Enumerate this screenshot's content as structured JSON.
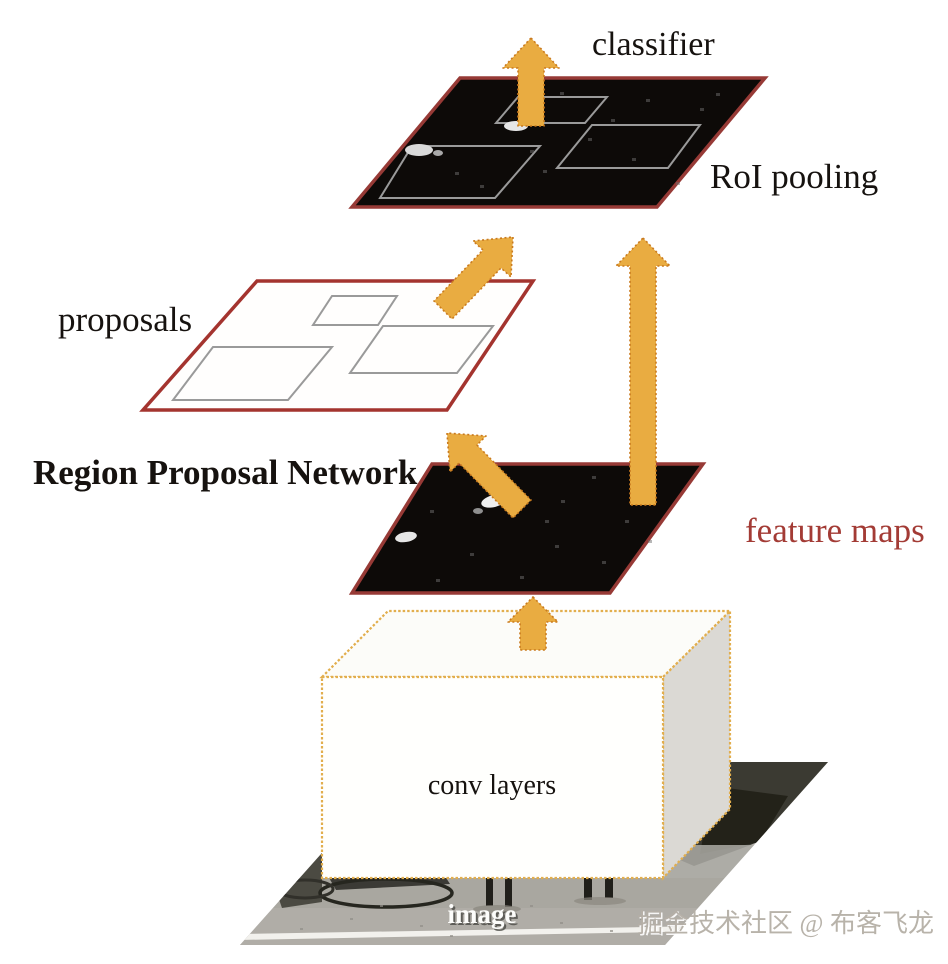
{
  "diagram": {
    "nodes": {
      "classifier": {
        "label": "classifier"
      },
      "roi_pooling": {
        "label": "RoI pooling"
      },
      "proposals": {
        "label": "proposals"
      },
      "rpn": {
        "label": "Region Proposal Network"
      },
      "feature_maps": {
        "label": "feature maps"
      },
      "conv_layers": {
        "label": "conv layers"
      },
      "image": {
        "label": "image"
      }
    },
    "watermark": "掘金技术社区 @ 布客飞龙",
    "colors": {
      "layer_border": "#973a36",
      "proposals_border": "#a4342f",
      "dark_layer_fill": "#0d0a08",
      "plane_fill": "#fffefd",
      "arrow_fill": "#e9ac41",
      "arrow_border": "#c97a1e",
      "conv_edge": "#e2ae4d",
      "conv_front": "#fffffd",
      "conv_top": "#fcfcf9",
      "conv_side": "#dbd9d4",
      "feature_maps_text": "#a33b35",
      "text_ink": "#16120f",
      "roi_box_stroke": "#9a9a9a"
    }
  }
}
